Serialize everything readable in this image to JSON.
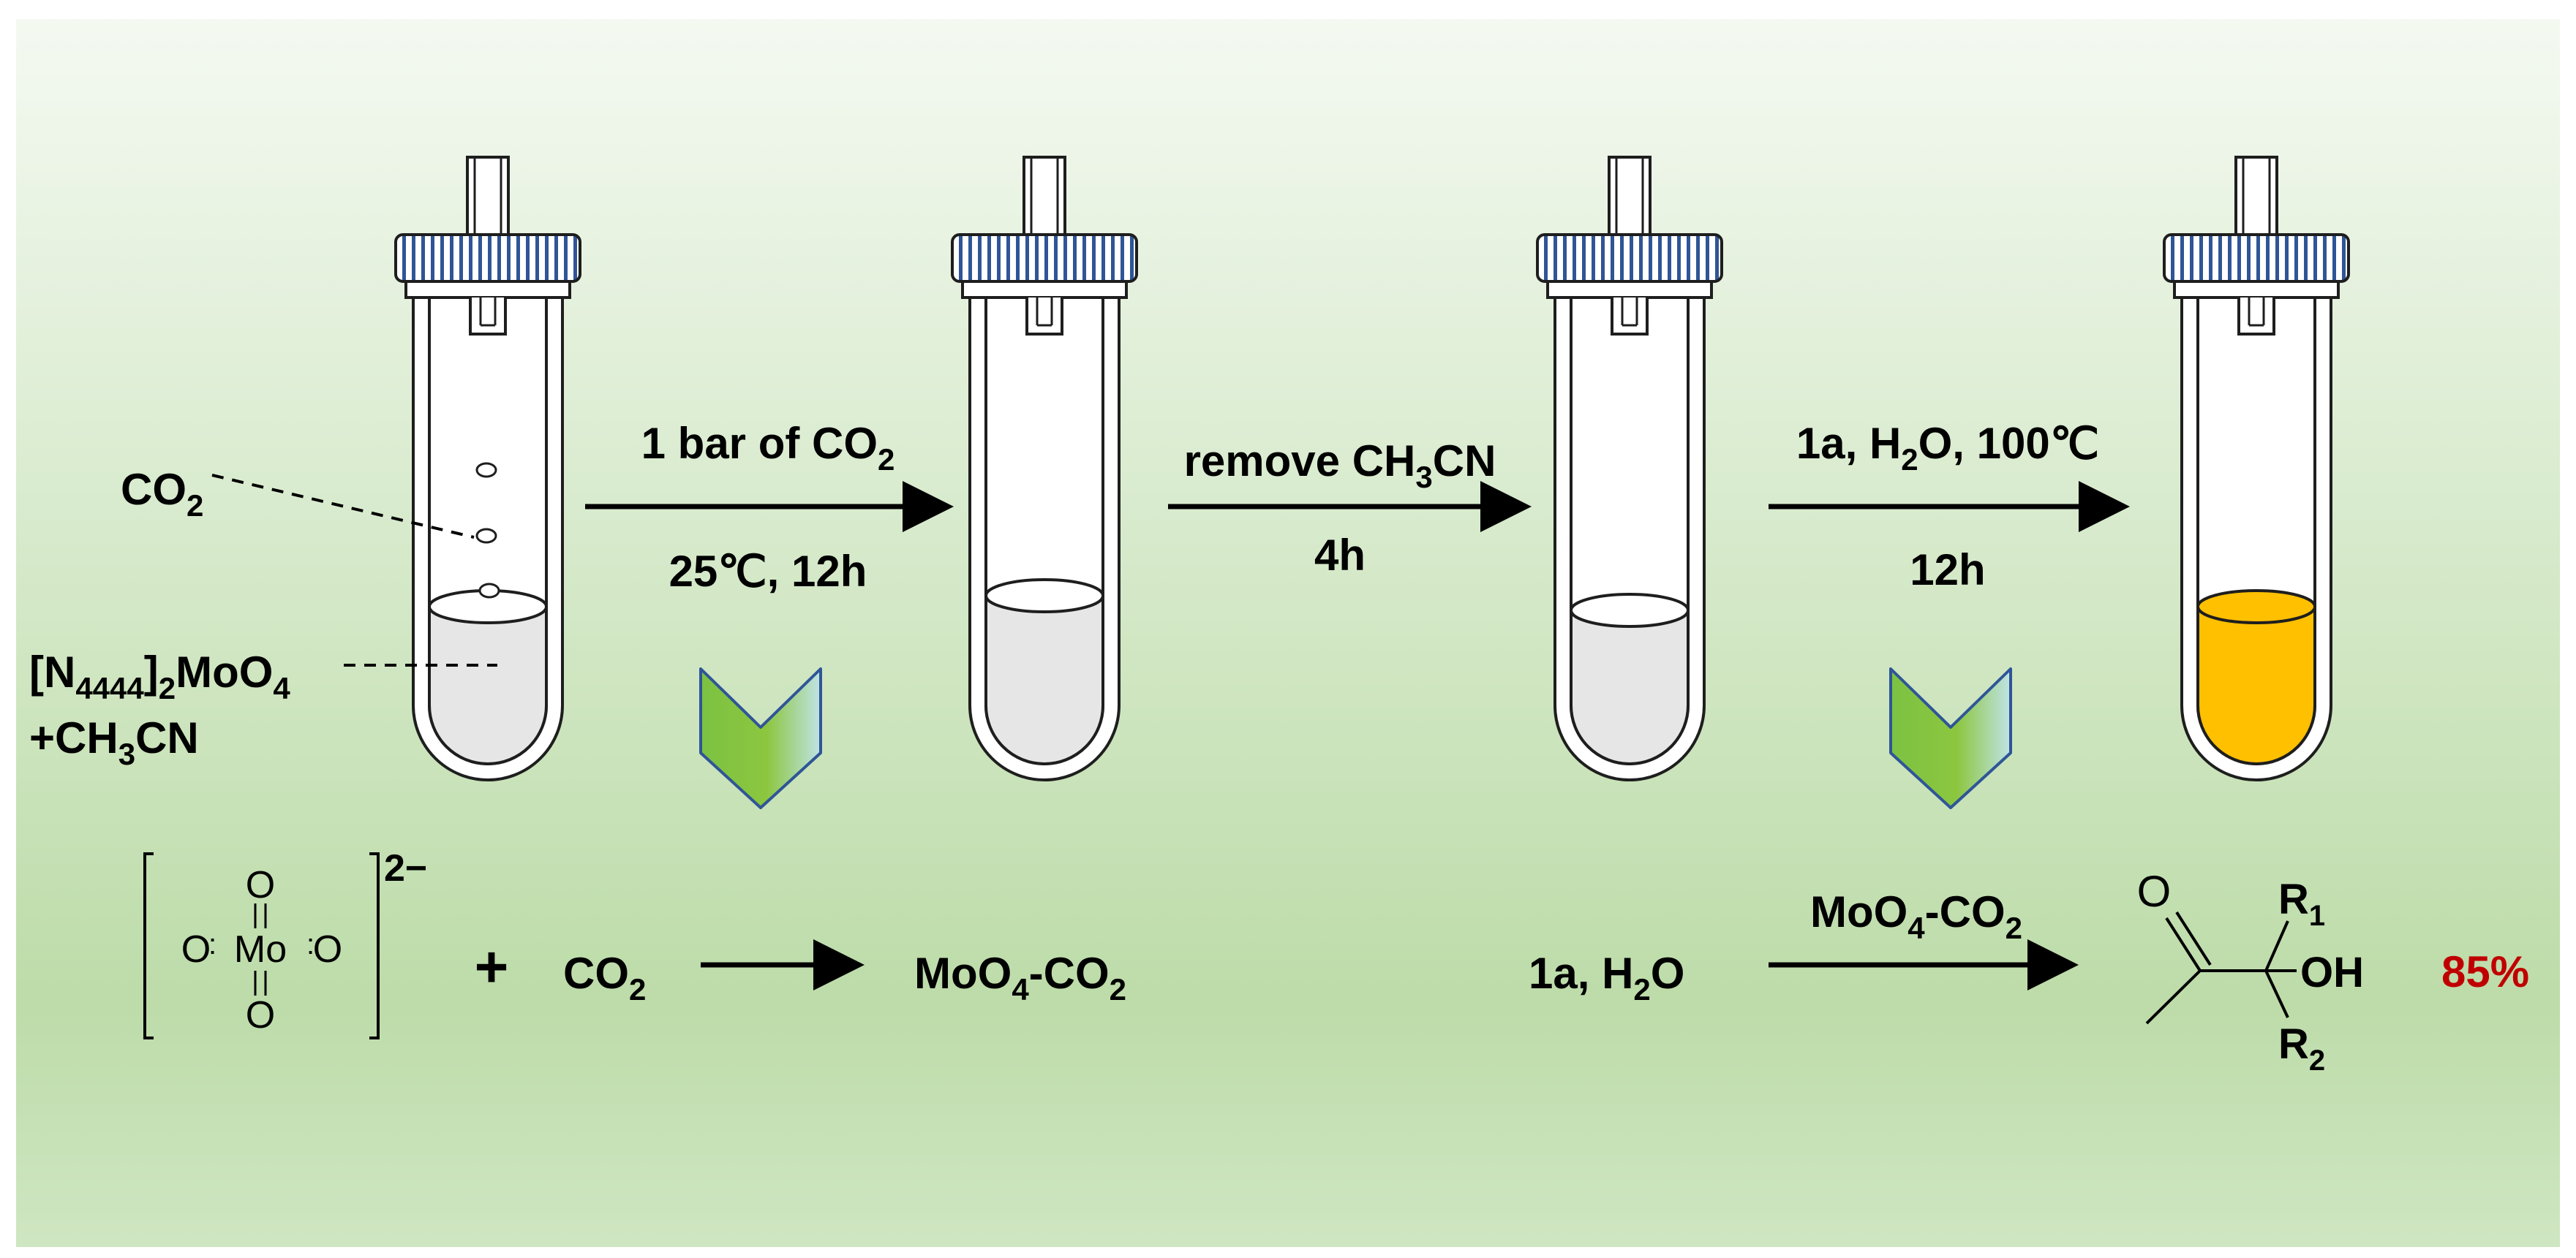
{
  "labels": {
    "co2_gas": [
      "CO",
      "2"
    ],
    "salt_line1": [
      "[N",
      "4444",
      "]",
      "2",
      "MoO",
      "4"
    ],
    "salt_line2": [
      "+CH",
      "3",
      "CN"
    ],
    "step1_top": [
      "1 bar of CO",
      "2"
    ],
    "step1_bottom": "25℃, 12h",
    "step2_top": [
      "remove CH",
      "3",
      "CN"
    ],
    "step2_bottom": "4h",
    "step3_top": [
      "1a, H",
      "2",
      "O, 100℃"
    ],
    "step3_bottom": "12h"
  },
  "reaction1": {
    "molybdate_o_top": "O",
    "molybdate_o_left": "O",
    "molybdate_mo": "Mo",
    "molybdate_o_right": "O",
    "molybdate_o_bottom": "O",
    "charge": "2−",
    "plus": "+",
    "co2": [
      "CO",
      "2"
    ],
    "product": [
      "MoO",
      "4",
      "-CO",
      "2"
    ]
  },
  "reaction2": {
    "reactants": [
      "1a, H",
      "2",
      "O"
    ],
    "catalyst": [
      "MoO",
      "4",
      "-CO",
      "2"
    ],
    "carbonyl_o": "O",
    "r1": [
      "R",
      "1"
    ],
    "oh": "OH",
    "r2": [
      "R",
      "2"
    ],
    "yield": "85%"
  },
  "colors": {
    "background_top": "#f3f8f0",
    "background_mid": "#bcdcaa",
    "liquid_clear": "#e6e6e6",
    "liquid_product": "#ffc000",
    "chevron": "#8cc63f",
    "chevron_stroke": "#2f5597",
    "yield_text": "#c00000"
  }
}
